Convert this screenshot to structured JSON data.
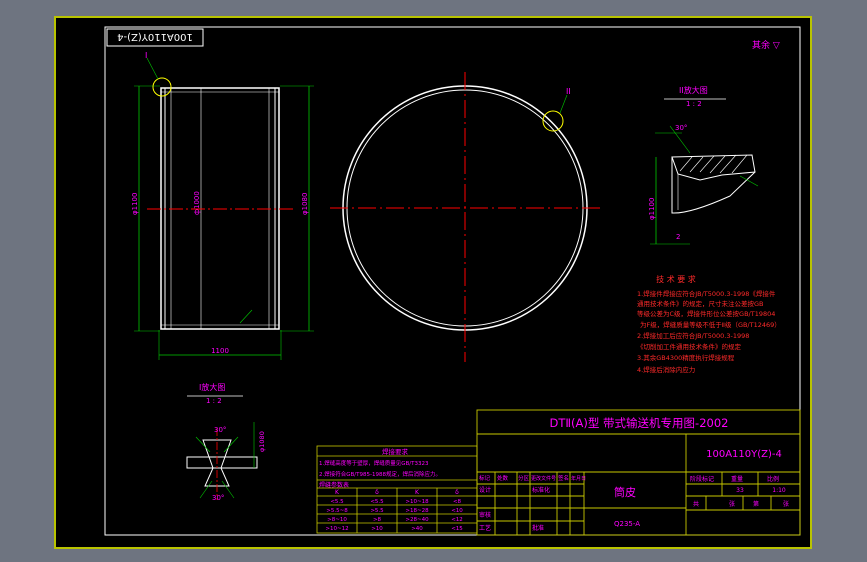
{
  "colors": {
    "background": "#6e7480",
    "sheet": "#000000",
    "frame_outer": "#b9c400",
    "frame_inner": "#ffffff",
    "title_block": "#c8c800",
    "text_magenta": "#ff00ff",
    "text_red": "#ff2a2a",
    "line_green": "#00c800",
    "part_white": "#ffffff",
    "center_red": "#ff0000"
  },
  "header": {
    "drawing_code_mirror": "100A110Y(Z)-4",
    "remaining_label": "其余 ▽"
  },
  "views": {
    "detail_I_label": "I",
    "detail_II_label": "II",
    "detail_I_title": "I放大图",
    "detail_II_title": "II放大图",
    "detail_I_scale": "1 : 2",
    "detail_II_scale": "1 : 2",
    "section_dim_label": "ф1000",
    "dim_vertical_1": "φ1100",
    "dim_vertical_2": "φ1080",
    "dim_length": "1100",
    "angle_1": "30°",
    "angle_2": "30°",
    "angle_3": "30°",
    "gap_label": "2"
  },
  "notes": {
    "heading": "技 术 要 求",
    "lines": [
      "1.焊接件焊接应符合JB/T5000.3-1998《焊接件",
      "通用技术条件》的规定，尺寸未注公差按GB",
      "等级公差为C级，焊接件形位公差按GB/T19804",
      "为F级，焊缝质量等级不低于Ⅱ级（GB/T12469）",
      "2.焊接加工后应符合JB/T5000.3-1998",
      "《切削加工件通用技术条件》的规定",
      "3.其余GB4300精度执行焊接规程",
      "4.焊接后消除内应力"
    ]
  },
  "weld_table": {
    "title": "焊接要求",
    "lines": [
      "1.焊缝高度等于壁厚，焊缝质量见GB/T3323",
      "2.焊接符合GB/T985-1988规定，焊后消除应力。"
    ],
    "sub_heading": "焊缝参数表",
    "headers": [
      "K",
      "δ",
      "K",
      "δ"
    ],
    "rows": [
      [
        "<5.5",
        "<5.5",
        ">10~18",
        "<8"
      ],
      [
        ">5.5~8",
        ">5.5",
        ">18~28",
        "<10"
      ],
      [
        ">8~10",
        ">8",
        ">28~40",
        "<12"
      ],
      [
        ">10~12",
        ">10",
        ">40",
        "<15"
      ]
    ]
  },
  "title_block": {
    "series_title": "DTⅡ(A)型  带式输送机专用图-2002",
    "drawing_code": "100A110Y(Z)-4",
    "part_name": "筒皮",
    "material": "Q235-A",
    "rev_headers": [
      "标记",
      "处数",
      "分区",
      "更改文件号",
      "签名",
      "年月日"
    ],
    "roles": [
      "设计",
      "审核",
      "工艺"
    ],
    "role_right": [
      "标准化",
      "批准"
    ],
    "stage_label": "阶段标记",
    "weight_label": "重量",
    "scale_label": "比例",
    "weight_value": "33",
    "scale_value": "1:10",
    "sheet_labels": [
      "共",
      "张",
      "第",
      "张"
    ]
  }
}
